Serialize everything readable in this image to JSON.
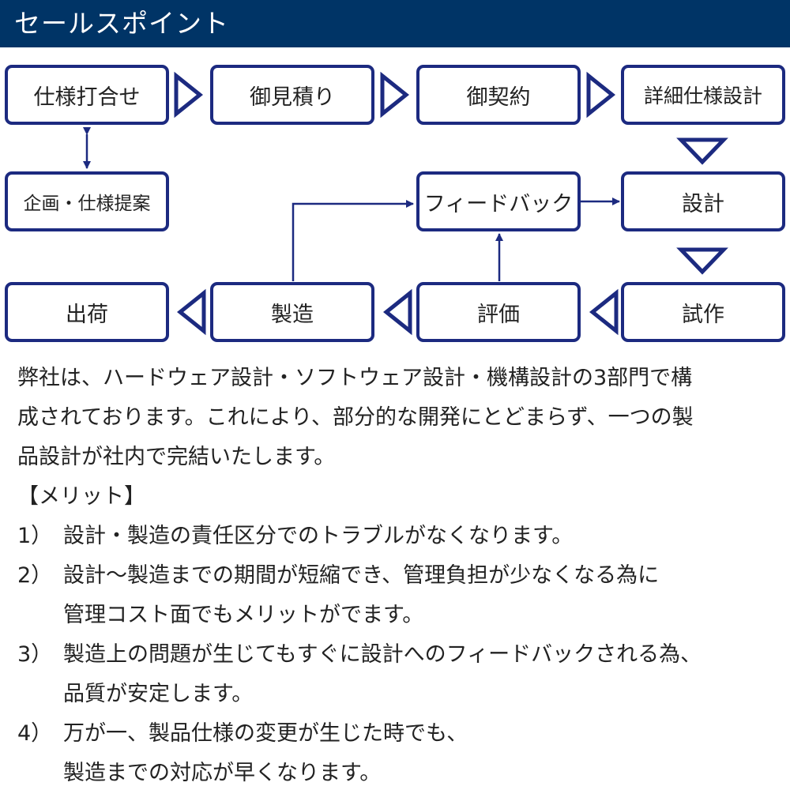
{
  "header": {
    "title": "セールスポイント"
  },
  "diagram": {
    "nodes": {
      "spec_meeting": "仕様打合せ",
      "estimate": "御見積り",
      "contract": "御契約",
      "detailed_spec_design": "詳細仕様設計",
      "planning_proposal": "企画・仕様提案",
      "feedback": "フィードバック",
      "design": "設計",
      "shipping": "出荷",
      "manufacturing": "製造",
      "evaluation": "評価",
      "prototype": "試作"
    },
    "colors": {
      "header_bg": "#003466",
      "box_border": "#1c2a80",
      "arrow": "#1c2a80"
    }
  },
  "body": {
    "intro": [
      "弊社は、ハードウェア設計・ソフトウェア設計・機構設計の3部門で構",
      "成されております。これにより、部分的な開発にとどまらず、一つの製",
      "品設計が社内で完結いたします。"
    ],
    "merit_heading": "【メリット】",
    "merits": [
      {
        "num": "1）",
        "lines": [
          "設計・製造の責任区分でのトラブルがなくなります。"
        ]
      },
      {
        "num": "2）",
        "lines": [
          "設計～製造までの期間が短縮でき、管理負担が少なくなる為に",
          "管理コスト面でもメリットがでます。"
        ]
      },
      {
        "num": "3）",
        "lines": [
          "製造上の問題が生じてもすぐに設計へのフィードバックされる為、",
          "品質が安定します。"
        ]
      },
      {
        "num": "4）",
        "lines": [
          "万が一、製品仕様の変更が生じた時でも、",
          "製造までの対応が早くなります。"
        ]
      }
    ]
  }
}
